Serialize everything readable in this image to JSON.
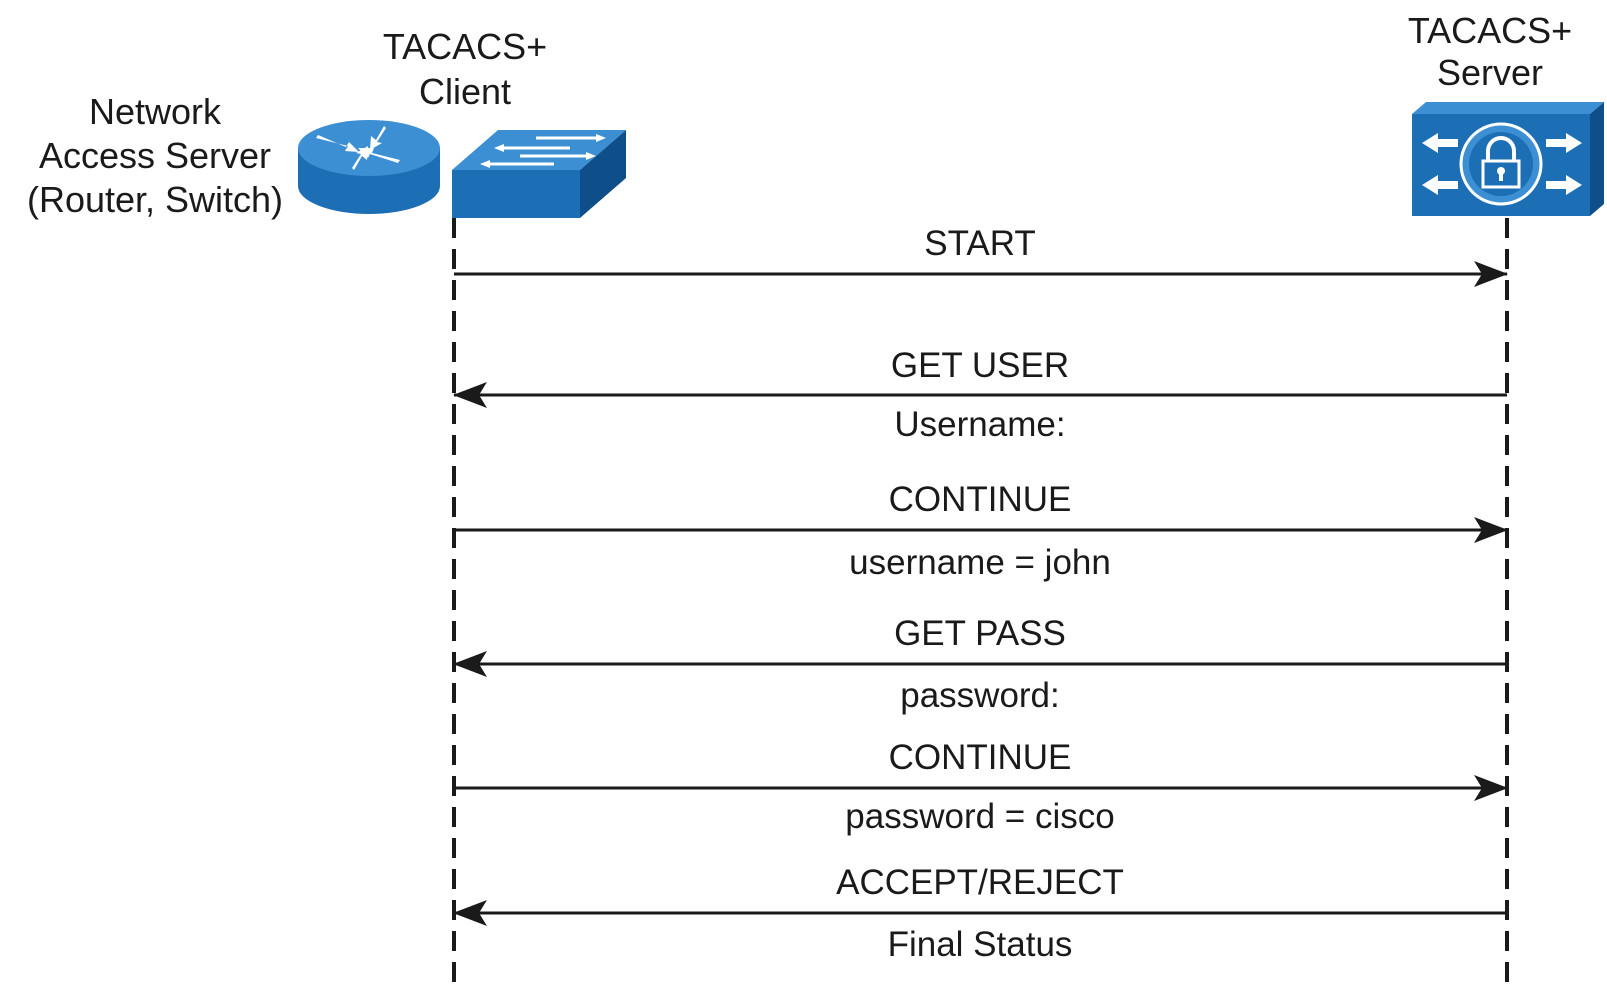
{
  "participants": {
    "nas": {
      "lines": [
        "Network",
        "Access Server",
        "(Router, Switch)"
      ],
      "icon": "router-icon"
    },
    "client": {
      "lines": [
        "TACACS+",
        "Client"
      ],
      "icon": "switch-icon"
    },
    "server": {
      "lines": [
        "TACACS+",
        "Server"
      ],
      "icon": "security-server-icon"
    }
  },
  "messages": [
    {
      "label": "START",
      "direction": "client-to-server",
      "note": ""
    },
    {
      "label": "GET USER",
      "direction": "server-to-client",
      "note": "Username:"
    },
    {
      "label": "CONTINUE",
      "direction": "client-to-server",
      "note": "username = john"
    },
    {
      "label": "GET PASS",
      "direction": "server-to-client",
      "note": "password:"
    },
    {
      "label": "CONTINUE",
      "direction": "client-to-server",
      "note": "password = cisco"
    },
    {
      "label": "ACCEPT/REJECT",
      "direction": "server-to-client",
      "note": "Final Status"
    }
  ],
  "colors": {
    "device_blue": "#1d6fb5",
    "device_dark": "#0e4f8a",
    "device_light": "#3d8fd4",
    "line": "#1a1a1a"
  }
}
